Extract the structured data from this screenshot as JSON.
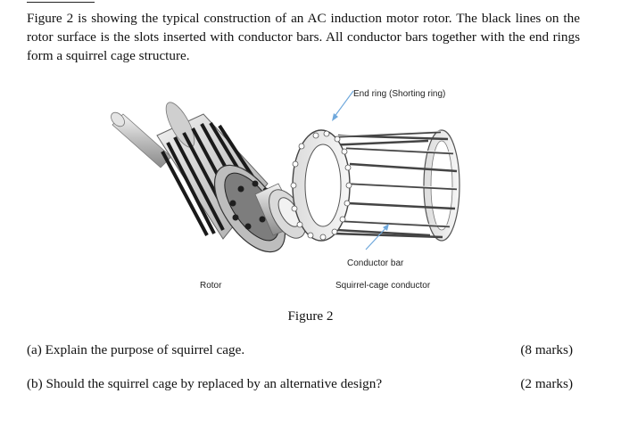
{
  "intro": {
    "text": "Figure 2 is showing the typical construction of an AC induction motor rotor. The black lines on the rotor surface is the slots inserted with conductor bars. All conductor bars together with the end rings form a squirrel cage structure."
  },
  "figure": {
    "labels": {
      "end_ring": "End ring (Shorting ring)",
      "conductor_bar": "Conductor bar",
      "rotor": "Rotor",
      "squirrel_cage": "Squirrel-cage conductor"
    },
    "caption": "Figure 2",
    "pointer_color": "#6fa8dc"
  },
  "questions": [
    {
      "text": "(a)  Explain the purpose of squirrel cage.",
      "marks": "(8 marks)"
    },
    {
      "text": "(b)  Should the squirrel cage by replaced by an alternative design?",
      "marks": "(2 marks)"
    }
  ]
}
